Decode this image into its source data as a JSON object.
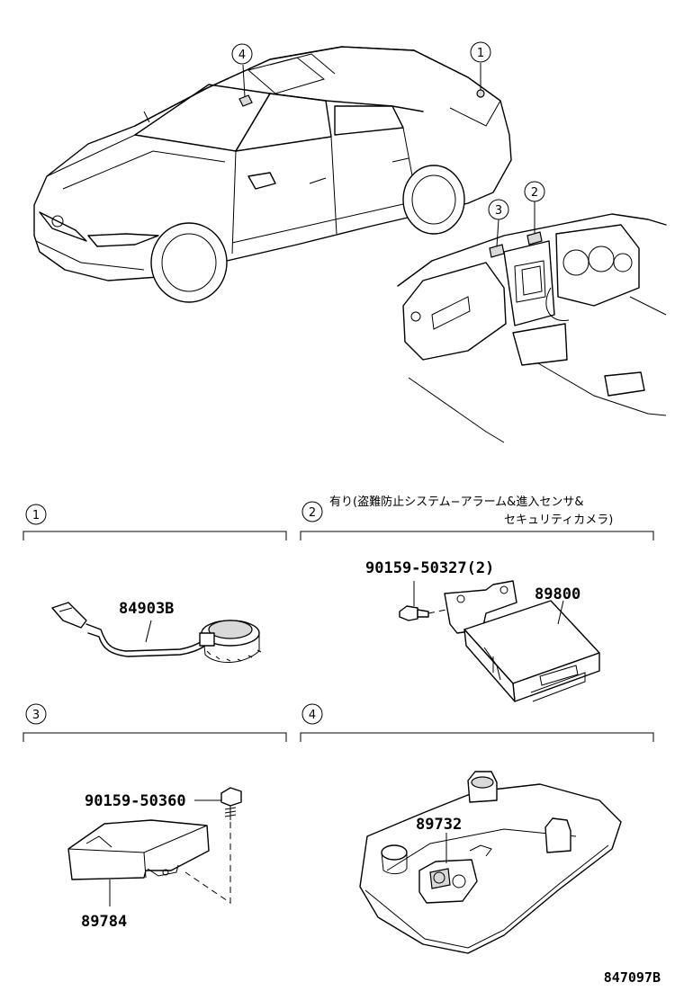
{
  "overview": {
    "callouts": [
      {
        "id": "1",
        "label": "1"
      },
      {
        "id": "2",
        "label": "2"
      },
      {
        "id": "3",
        "label": "3"
      },
      {
        "id": "4",
        "label": "4"
      }
    ]
  },
  "sections": [
    {
      "num": "1",
      "note": "",
      "note_line2": "",
      "parts": [
        {
          "number": "84903B"
        }
      ]
    },
    {
      "num": "2",
      "note": "有り(盗難防止システム−アラーム&進入センサ&",
      "note_line2": "セキュリティカメラ)",
      "parts": [
        {
          "number": "90159-50327(2)"
        },
        {
          "number": "89800"
        }
      ]
    },
    {
      "num": "3",
      "note": "",
      "note_line2": "",
      "parts": [
        {
          "number": "90159-50360"
        },
        {
          "number": "89784"
        }
      ]
    },
    {
      "num": "4",
      "note": "",
      "note_line2": "",
      "parts": [
        {
          "number": "89732"
        }
      ]
    }
  ],
  "drawing_code": "847097B"
}
